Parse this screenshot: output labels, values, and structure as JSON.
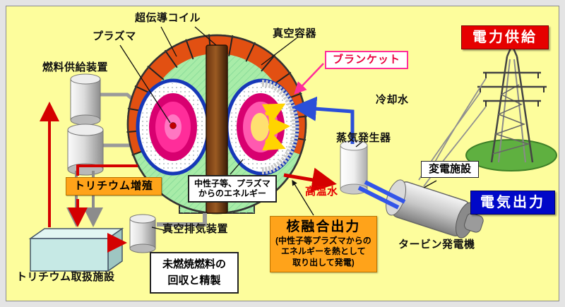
{
  "labels": {
    "superconducting_coil": "超伝導コイル",
    "plasma": "プラズマ",
    "vacuum_vessel": "真空容器",
    "blanket": "ブランケット",
    "power_supply": "電力供給",
    "fuel_supply_device": "燃料供給装置",
    "cooling_water": "冷却水",
    "steam_generator": "蒸気発生器",
    "substation": "変電施設",
    "electric_output": "電気出力",
    "tritium_breeding": "トリチウム増殖",
    "neutron_energy": {
      "line1": "中性子等、プラズマ",
      "line2": "からのエネルギー"
    },
    "hot_water": "高温水",
    "fusion_output": {
      "title": "核融合出力",
      "line1": "(中性子等プラズマからの",
      "line2": "エネルギーを熱として",
      "line3": "取り出して発電)"
    },
    "vacuum_exhaust_device": "真空排気装置",
    "turbine_generator": "タービン発電機",
    "unburned_fuel": {
      "line1": "未燃焼燃料の",
      "line2": "回収と精製"
    },
    "tritium_handling_facility": "トリチウム取扱施設"
  },
  "colors": {
    "background": "#FDFD9C",
    "power_supply_bg": "#E60000",
    "electric_output_bg": "#0008C8",
    "highlight_orange": "#FFA31A",
    "blanket_border": "#FF2D9A",
    "hot_water_text": "#E60000",
    "reactor_shell_green": "#A8ECA8",
    "coil_orange": "#E25012",
    "plasma_magenta": "#D80070",
    "cooling_water_blue": "#2B4FD8",
    "tritium_flow_red": "#D40000"
  }
}
